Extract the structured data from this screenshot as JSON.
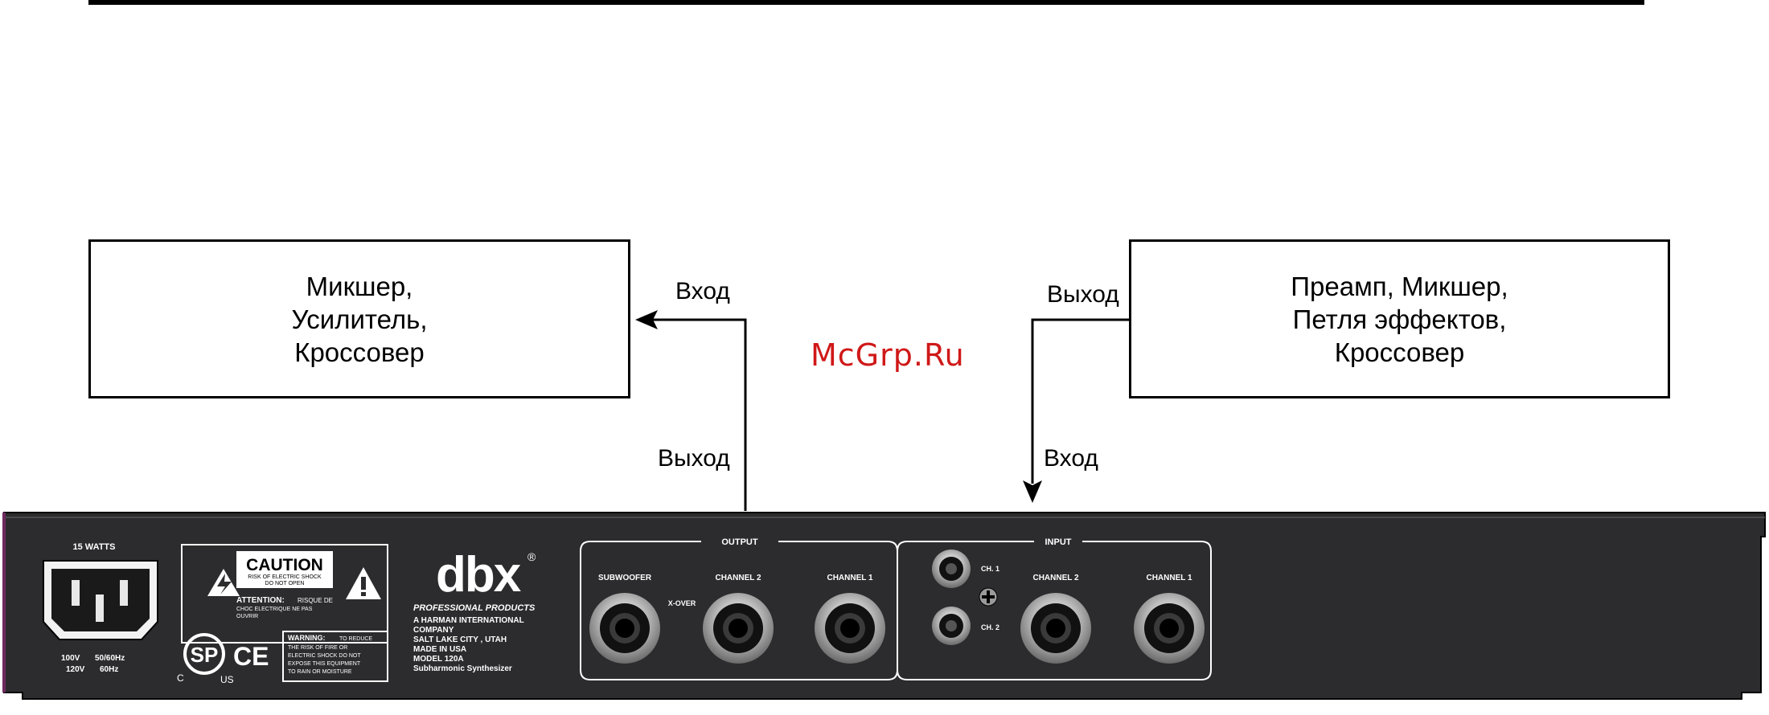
{
  "left_box": {
    "lines": [
      "Микшер,",
      "Усилитель,",
      "Кроссовер"
    ]
  },
  "right_box": {
    "lines": [
      "Преамп, Микшер,",
      "Петля эффектов,",
      "Кроссовер"
    ]
  },
  "labels": {
    "left_input": "Вход",
    "left_output": "Выход",
    "right_output": "Выход",
    "right_input": "Вход"
  },
  "watermark": "McGrp.Ru",
  "panel": {
    "power": {
      "watts": "15 WATTS",
      "volt1": "100V",
      "freq1": "50/60Hz",
      "volt2": "120V",
      "freq2": "60Hz"
    },
    "caution": {
      "title": "CAUTION",
      "line1": "RISK OF ELECTRIC SHOCK",
      "line2": "DO NOT OPEN",
      "attention": "ATTENTION:",
      "attention_text1": "RISQUE DE",
      "attention_text2": "CHOC ELECTRIQUE NE PAS",
      "attention_text3": "OUVRIR"
    },
    "certs": {
      "csa": "SP",
      "c": "C",
      "us": "US",
      "ce": "CE"
    },
    "warning": {
      "title": "WARNING:",
      "line1": "TO REDUCE",
      "line2": "THE RISK OF FIRE OR",
      "line3": "ELECTRIC SHOCK DO NOT",
      "line4": "EXPOSE THIS EQUIPMENT",
      "line5": "TO RAIN OR MOISTURE"
    },
    "brand": {
      "logo": "dbx",
      "reg": "®",
      "sub": "PROFESSIONAL PRODUCTS",
      "info": [
        "A HARMAN INTERNATIONAL",
        " COMPANY",
        "SALT LAKE CITY , UTAH",
        "MADE IN USA",
        "MODEL 120A",
        "Subharmonic Synthesizer"
      ]
    },
    "output": {
      "title": "OUTPUT",
      "subwoofer": "SUBWOOFER",
      "xover": "X-OVER",
      "channel2": "CHANNEL 2",
      "channel1": "CHANNEL 1"
    },
    "input": {
      "title": "INPUT",
      "ch1": "CH. 1",
      "ch2": "CH. 2",
      "channel2": "CHANNEL 2",
      "channel1": "CHANNEL 1"
    }
  }
}
